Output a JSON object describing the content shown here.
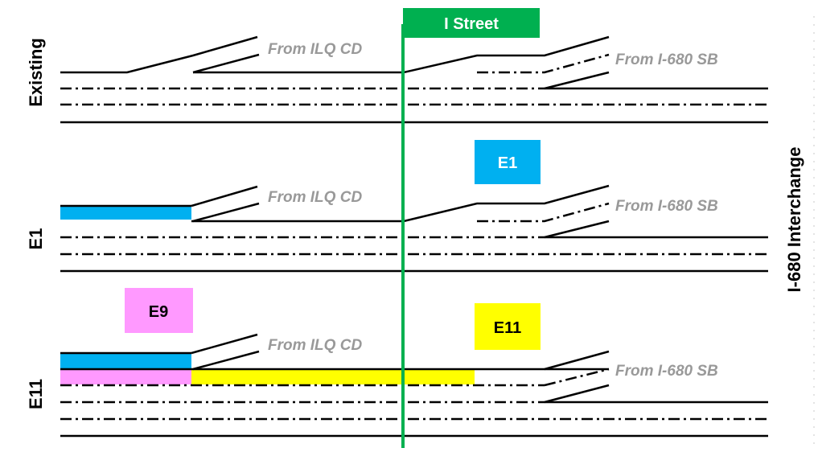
{
  "street": {
    "label": "I Street",
    "color": "#00b050"
  },
  "interchange_label": "I-680 Interchange",
  "colors": {
    "lane_line": "#000000",
    "ramp_label": "#999999",
    "e1_fill": "#00b0f0",
    "e9_fill": "#ff99ff",
    "e11_fill": "#ffff00",
    "street_line": "#00b050"
  },
  "rows": [
    {
      "label": "Existing",
      "ramp_left": "From ILQ CD",
      "ramp_right": "From  I-680 SB"
    },
    {
      "label": "E1",
      "ramp_left": "From ILQ CD",
      "ramp_right": "From  I-680 SB",
      "callout": "E1"
    },
    {
      "label": "E11",
      "ramp_left": "From ILQ CD",
      "ramp_right": "From  I-680 SB",
      "callouts": [
        "E9",
        "E11"
      ]
    }
  ]
}
